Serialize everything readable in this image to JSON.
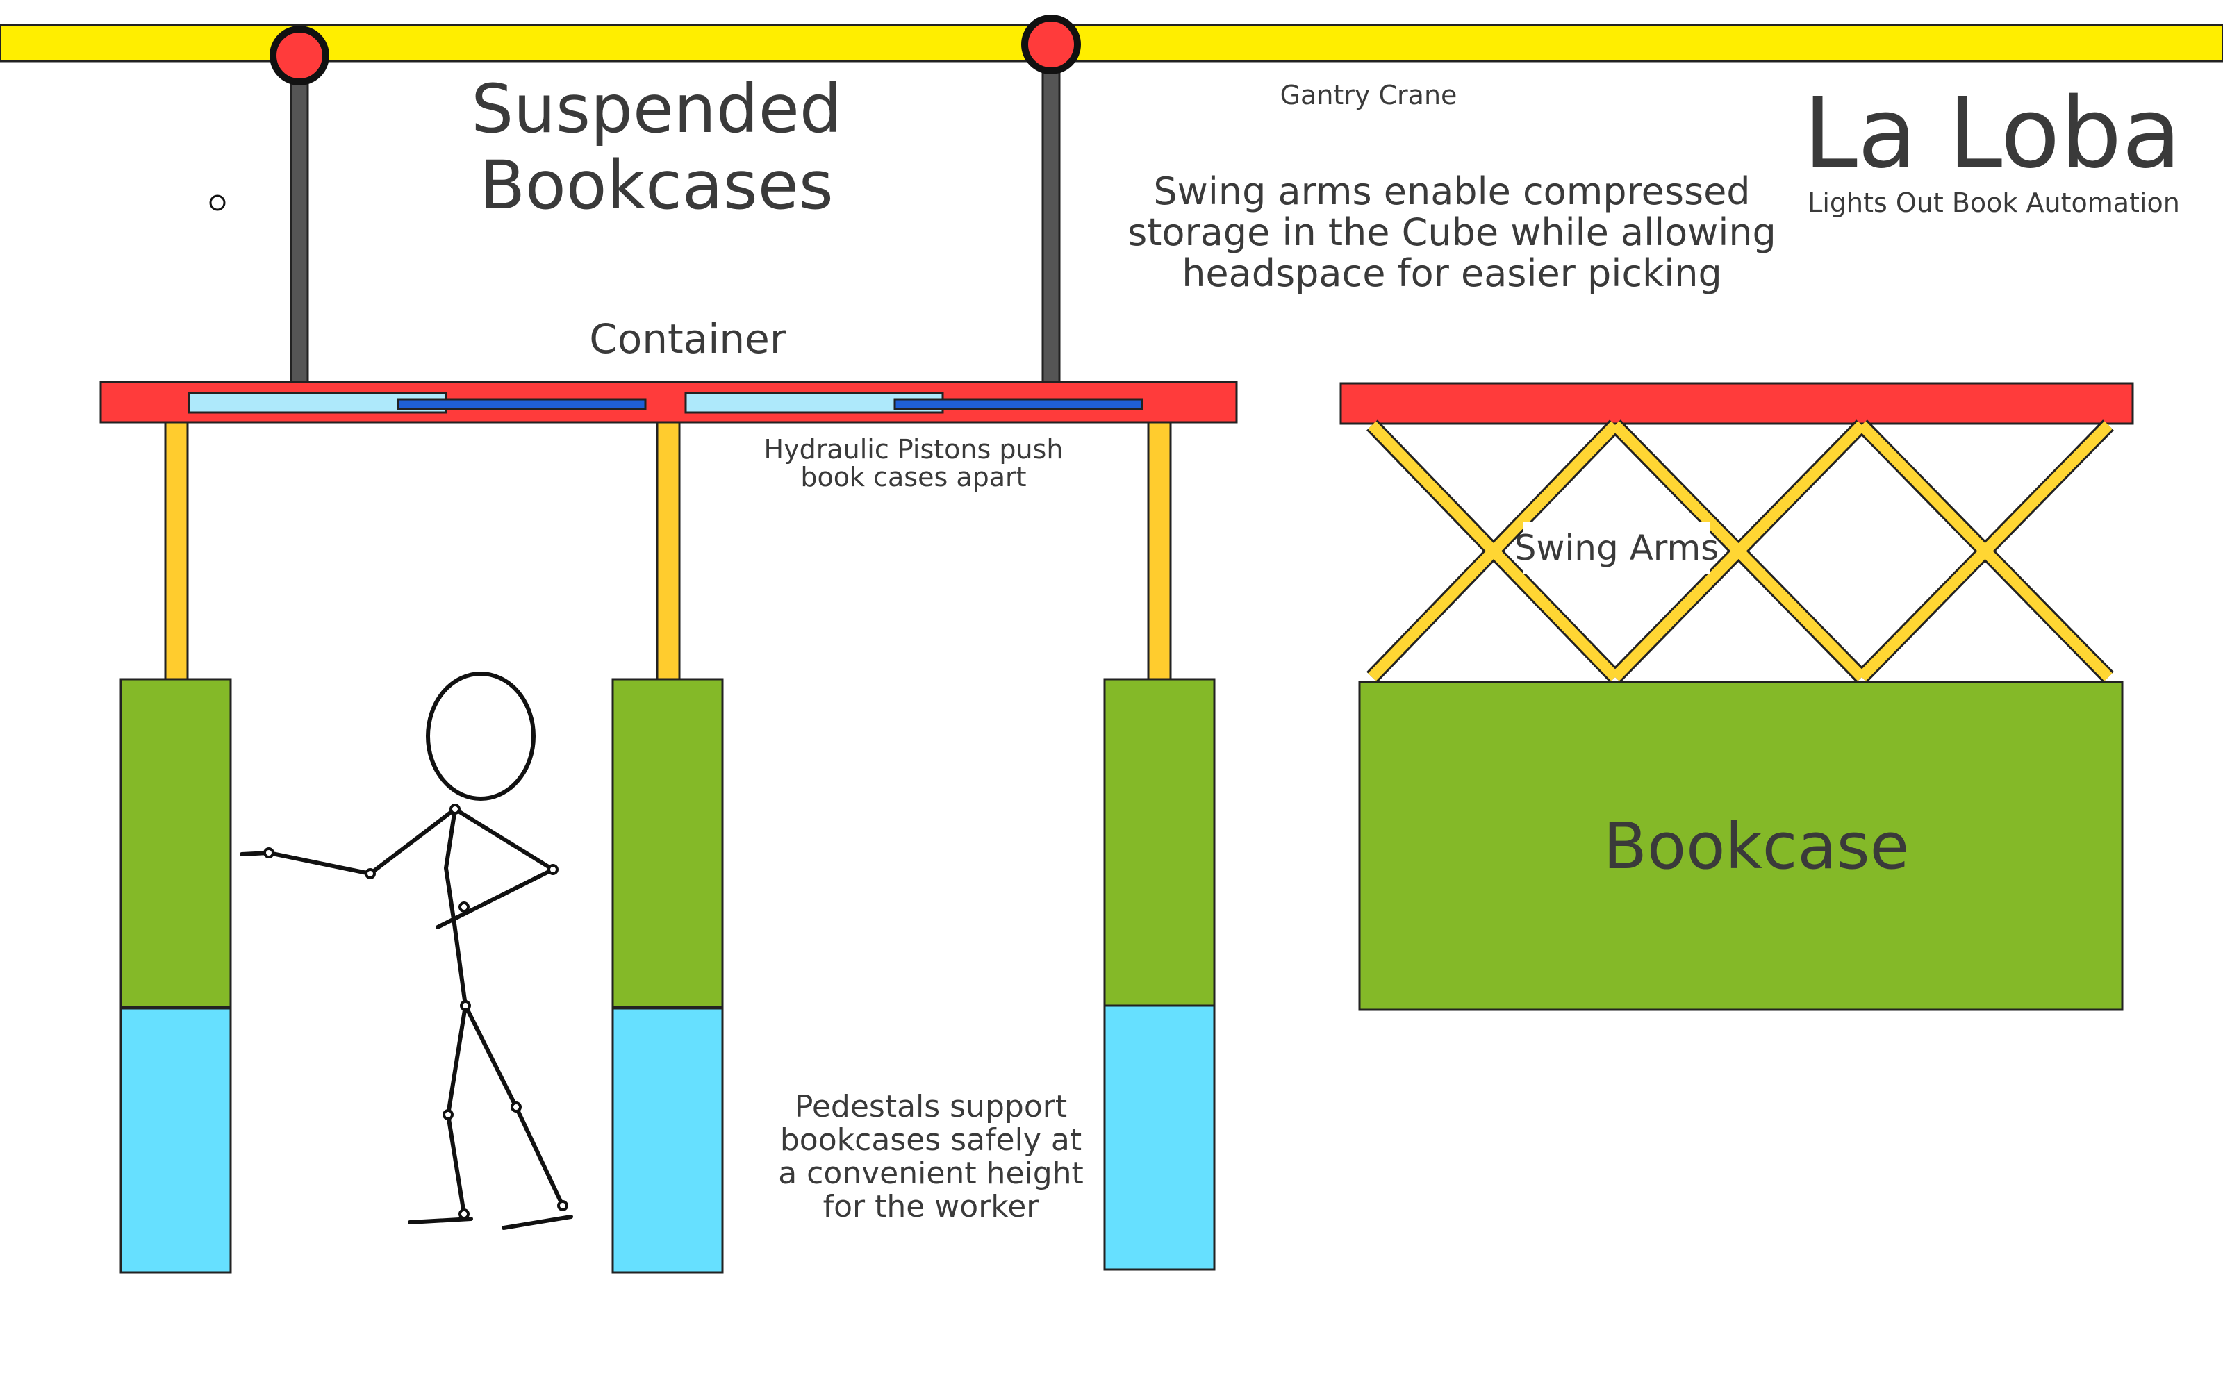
{
  "title": {
    "line1": "Suspended",
    "line2": "Bookcases"
  },
  "brand": {
    "name": "La Loba",
    "tagline": "Lights Out Book Automation"
  },
  "labels": {
    "gantry_crane": "Gantry Crane",
    "swing_note": [
      "Swing arms enable compressed",
      "storage in the Cube while allowing",
      "headspace for easier picking"
    ],
    "container": "Container",
    "pistons": [
      "Hydraulic Pistons push",
      "book cases apart"
    ],
    "swing_arms": "Swing Arms",
    "bookcase": "Bookcase",
    "pedestals": [
      "Pedestals support",
      "bookcases safely at",
      "a convenient height",
      "for the worker"
    ]
  },
  "colors": {
    "gantry": "#ffee00",
    "trolley": "#ff3b3b",
    "hanger_rod": "#555555",
    "container": "#ff3b3b",
    "piston_cylinder": "#aee9fb",
    "piston_rod": "#1f5fd6",
    "vertical_arm": "#ffcc2e",
    "bookcase": "#84b928",
    "pedestal": "#66e0ff",
    "swing_arm": "#ffd633"
  }
}
